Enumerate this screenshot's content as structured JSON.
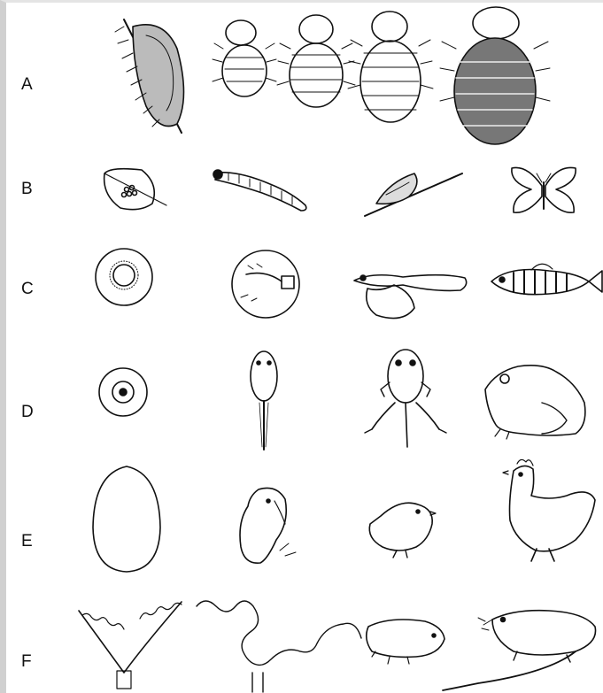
{
  "rows": [
    {
      "label": "A"
    },
    {
      "label": "B"
    },
    {
      "label": "C"
    },
    {
      "label": "D"
    },
    {
      "label": "E"
    },
    {
      "label": "F"
    }
  ]
}
